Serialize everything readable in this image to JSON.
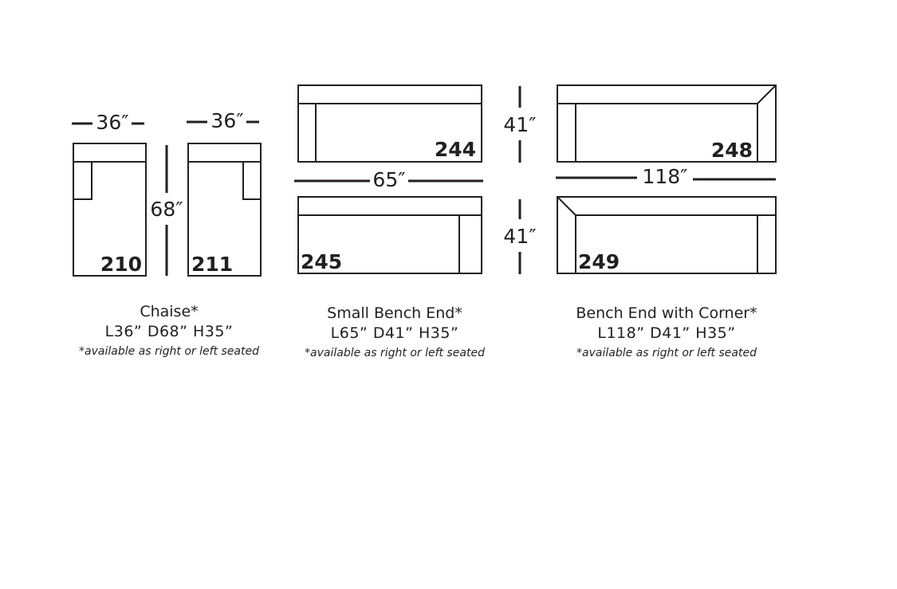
{
  "group_chaise": {
    "width_left": "36″",
    "width_right": "36″",
    "depth": "68″",
    "code_left": "210",
    "code_right": "211",
    "name": "Chaise*",
    "dims": "L36”  D68”  H35”",
    "note": "*available as right or left seated"
  },
  "group_small_bench": {
    "code_top": "244",
    "code_bottom": "245",
    "length": "65″",
    "name": "Small Bench End*",
    "dims": "L65”  D41”  H35”",
    "note": "*available as right or left seated"
  },
  "depth_top": "41″",
  "depth_bottom": "41″",
  "group_bench_corner": {
    "code_top": "248",
    "code_bottom": "249",
    "length": "118″",
    "name": "Bench End with Corner*",
    "dims": "L118”  D41”  H35”",
    "note": "*available as right or left seated"
  },
  "colors": {
    "line": "#231f20",
    "background": "#ffffff"
  }
}
